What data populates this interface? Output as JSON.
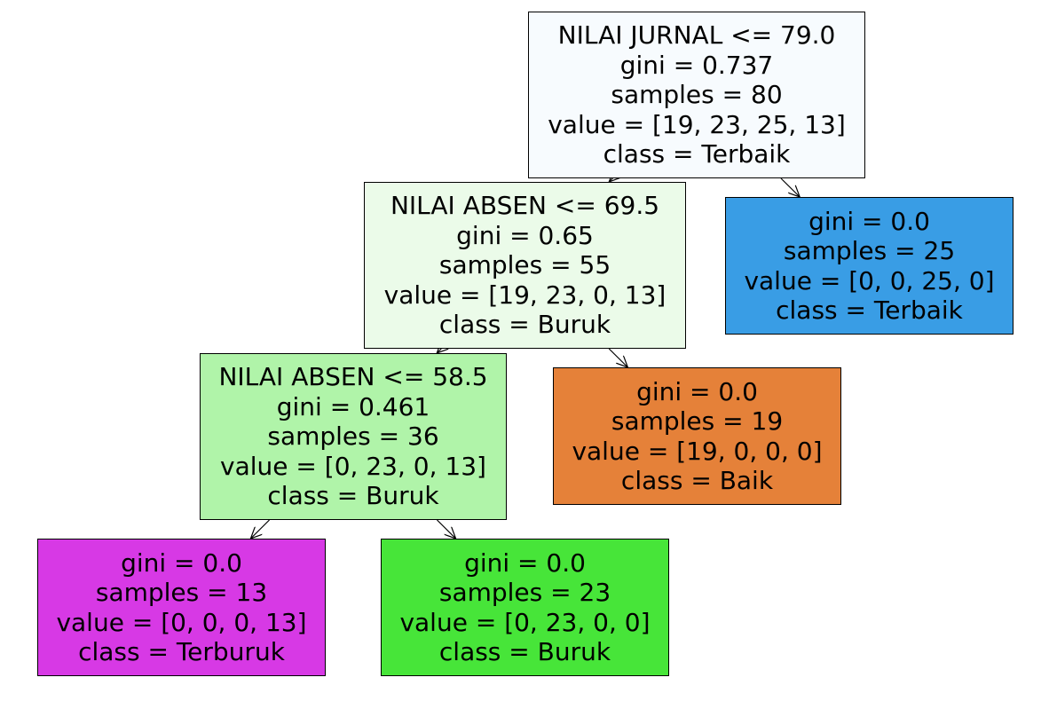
{
  "nodes": [
    {
      "id": "n0",
      "lines": [
        "NILAI JURNAL <= 79.0",
        "gini = 0.737",
        "samples = 80",
        "value = [19, 23, 25, 13]",
        "class = Terbaik"
      ],
      "color": "#f7fbfe"
    },
    {
      "id": "n1",
      "lines": [
        "NILAI ABSEN <= 69.5",
        "gini = 0.65",
        "samples = 55",
        "value = [19, 23, 0, 13]",
        "class = Buruk"
      ],
      "color": "#ebfbe9"
    },
    {
      "id": "n2",
      "lines": [
        "gini = 0.0",
        "samples = 25",
        "value = [0, 0, 25, 0]",
        "class = Terbaik"
      ],
      "color": "#399de5"
    },
    {
      "id": "n3",
      "lines": [
        "NILAI ABSEN <= 58.5",
        "gini = 0.461",
        "samples = 36",
        "value = [0, 23, 0, 13]",
        "class = Buruk"
      ],
      "color": "#b0f4a9"
    },
    {
      "id": "n4",
      "lines": [
        "gini = 0.0",
        "samples = 19",
        "value = [19, 0, 0, 0]",
        "class = Baik"
      ],
      "color": "#e58139"
    },
    {
      "id": "n5",
      "lines": [
        "gini = 0.0",
        "samples = 13",
        "value = [0, 0, 0, 13]",
        "class = Terburuk"
      ],
      "color": "#d739e5"
    },
    {
      "id": "n6",
      "lines": [
        "gini = 0.0",
        "samples = 23",
        "value = [0, 23, 0, 0]",
        "class = Buruk"
      ],
      "color": "#47e539"
    }
  ],
  "edges": [
    {
      "from": "n0",
      "to": "n1"
    },
    {
      "from": "n0",
      "to": "n2"
    },
    {
      "from": "n1",
      "to": "n3"
    },
    {
      "from": "n1",
      "to": "n4"
    },
    {
      "from": "n3",
      "to": "n5"
    },
    {
      "from": "n3",
      "to": "n6"
    }
  ]
}
